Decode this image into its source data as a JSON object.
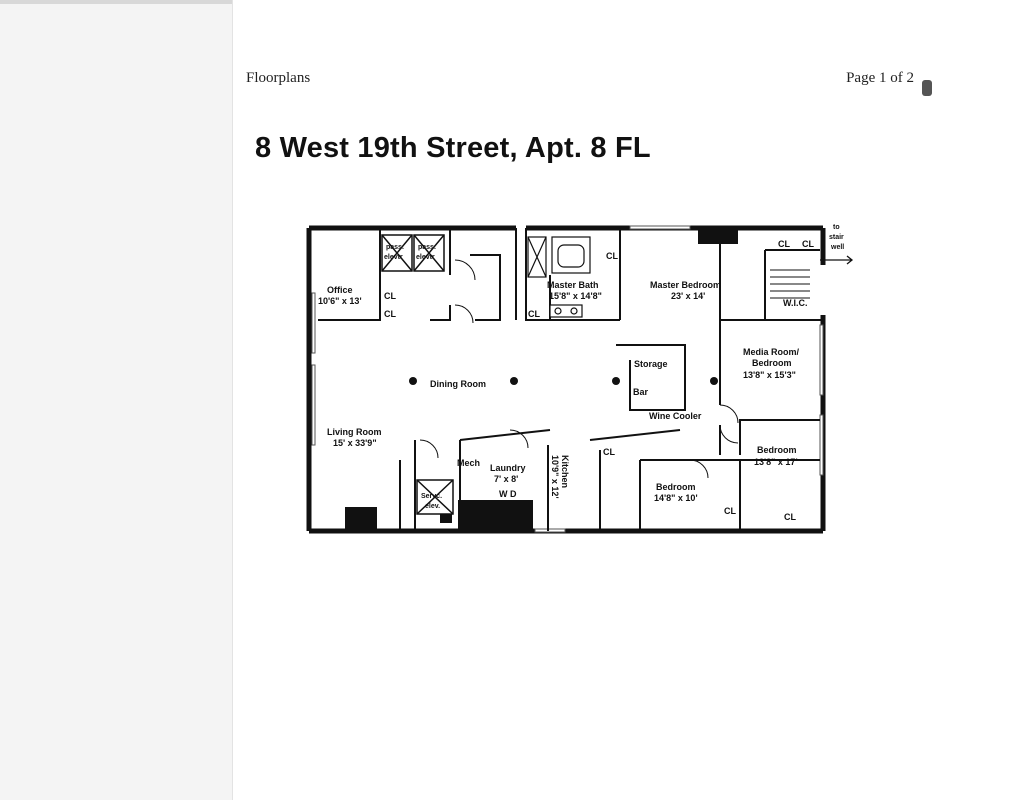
{
  "page": {
    "header_left": "Floorplans",
    "header_right": "Page 1 of 2",
    "title": "8 West 19th Street, Apt. 8 FL"
  },
  "plan": {
    "rooms": {
      "office": {
        "name": "Office",
        "size": "10'6\" x 13'"
      },
      "master_bath": {
        "name": "Master Bath",
        "size": "15'8\" x 14'8\""
      },
      "master_bedroom": {
        "name": "Master Bedroom",
        "size": "23' x 14'"
      },
      "dining_room": {
        "name": "Dining Room"
      },
      "storage": {
        "name": "Storage"
      },
      "bar": {
        "name": "Bar"
      },
      "wine_cooler": {
        "name": "Wine Cooler"
      },
      "media_room": {
        "name": "Media Room/",
        "name2": "Bedroom",
        "size": "13'8\" x 15'3\""
      },
      "living_room": {
        "name": "Living Room",
        "size": "15' x 33'9\""
      },
      "mech": {
        "name": "Mech"
      },
      "laundry": {
        "name": "Laundry",
        "size": "7' x 8'"
      },
      "kitchen": {
        "name": "Kitchen",
        "size": "10'9\" x 12'"
      },
      "bedroom_center": {
        "name": "Bedroom",
        "size": "14'8\" x 10'"
      },
      "bedroom_right": {
        "name": "Bedroom",
        "size": "13'8\" x 17'"
      },
      "service_elev": {
        "name": "Servc.",
        "name2": "elev."
      }
    },
    "labels": {
      "closet": "CL",
      "wic": "W.I.C.",
      "pass_elev": "pass.",
      "pass_elev2": "elevtr",
      "to_stair": "to",
      "to_stair2": "stair",
      "to_stair3": "well",
      "washer_dryer": "W D"
    }
  }
}
